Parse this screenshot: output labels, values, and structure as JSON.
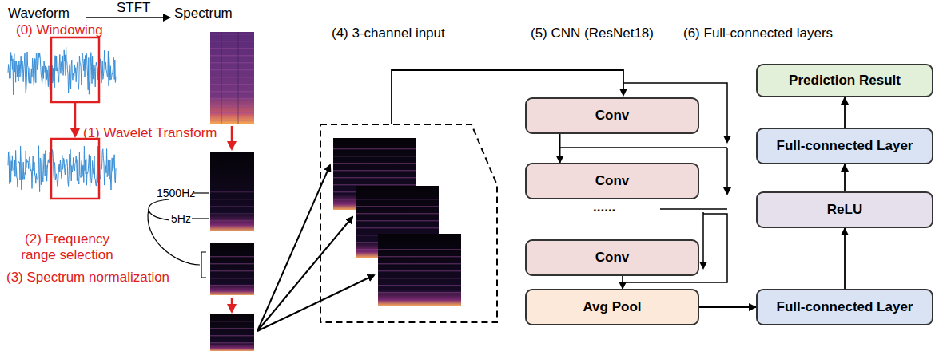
{
  "diagram": {
    "nodes": [
      {
        "text": [
          "Conv"
        ]
      },
      {
        "text": [
          "Conv"
        ]
      },
      {
        "text": [
          "Conv"
        ]
      },
      {
        "text": [
          "Avg Pool"
        ]
      },
      {
        "text": [
          "Prediction Result"
        ]
      },
      {
        "text": [
          "Full-connected Layer"
        ]
      },
      {
        "text": [
          "ReLU"
        ]
      },
      {
        "text": [
          "Full-connected Layer"
        ]
      }
    ],
    "edges": [
      {
        "from": 0,
        "to": 1,
        "arrow": "to"
      },
      {
        "from": 2,
        "to": 3,
        "arrow": "to"
      },
      {
        "from": 3,
        "to": 7,
        "arrow": "to"
      },
      {
        "from": 7,
        "to": 6,
        "arrow": "to"
      },
      {
        "from": 6,
        "to": 5,
        "arrow": "to"
      },
      {
        "from": 5,
        "to": 4,
        "arrow": "to"
      }
    ],
    "labels": [
      "Waveform",
      "STFT",
      "Spectrum",
      "(0) Windowing",
      "(1) Wavelet Transform",
      "1500Hz",
      "5Hz",
      "(2) Frequency range selection",
      "(3) Spectrum normalization",
      "(4) 3-channel input",
      "(5) CNN (ResNet18)",
      "(6) Full-connected layers",
      "......"
    ]
  }
}
